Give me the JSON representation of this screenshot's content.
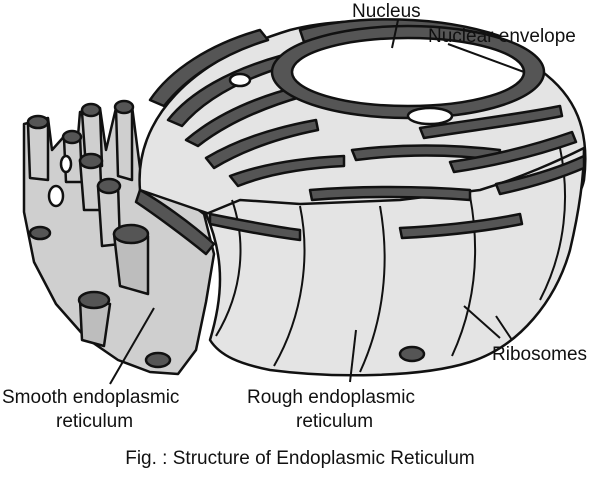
{
  "labels": {
    "nucleus": "Nucleus",
    "nuclear_envelope": "Nuclear envelope",
    "ribosomes": "Ribosomes",
    "smooth_er_line1": "Smooth endoplasmic",
    "smooth_er_line2": "reticulum",
    "rough_er_line1": "Rough endoplasmic",
    "rough_er_line2": "reticulum"
  },
  "caption": "Fig. : Structure of Endoplasmic Reticulum",
  "colors": {
    "membrane_dark": "#555555",
    "rough_er_fill": "#e4e4e4",
    "smooth_er_fill": "#cfcfcf",
    "outline": "#111111"
  }
}
